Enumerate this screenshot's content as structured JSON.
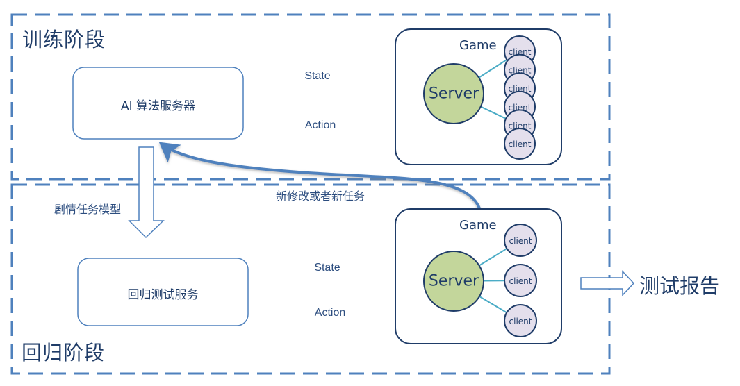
{
  "colors": {
    "dash_border": "#4f81bd",
    "box_border": "#4f81bd",
    "game_border": "#1f3c68",
    "arrow": "#4f81bd",
    "server_fill": "#c3d69b",
    "client_fill": "#e4dfec",
    "link": "#4bacc6",
    "text": "#1f3c68"
  },
  "training_stage": {
    "title": "训练阶段",
    "ai_server_label": "AI 算法服务器",
    "state_label": "State",
    "action_label": "Action",
    "game": {
      "label": "Game",
      "server_label": "Server",
      "clients": [
        "client",
        "client",
        "client",
        "client",
        "client",
        "client"
      ]
    }
  },
  "model_arrow_label": "剧情任务模型",
  "feedback_arrow_label": "新修改或者新任务",
  "regression_stage": {
    "title": "回归阶段",
    "regression_service_label": "回归测试服务",
    "state_label": "State",
    "action_label": "Action",
    "game": {
      "label": "Game",
      "server_label": "Server",
      "clients": [
        "client",
        "client",
        "client"
      ]
    }
  },
  "output": {
    "label": "测试报告"
  }
}
